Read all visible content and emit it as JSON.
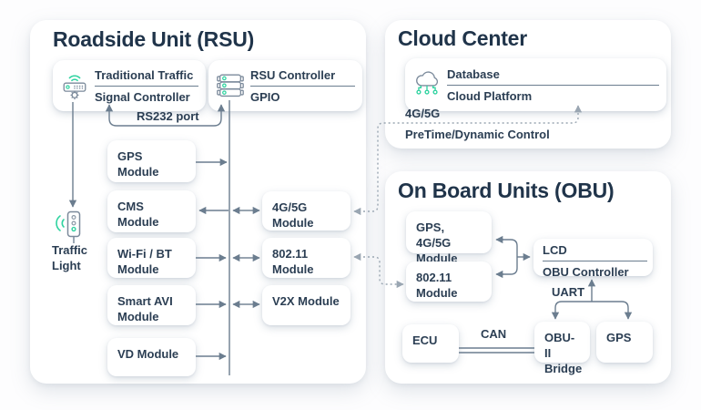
{
  "colors": {
    "navy_text": "#20344a",
    "box_text": "#2b3e53",
    "line": "#6b7d8f",
    "dotted_line": "#9aa6b2",
    "accent_green": "#2fd3a0",
    "card_bg": "#ffffff",
    "page_bg": "#fdfdfe"
  },
  "rsu": {
    "title": "Roadside Unit (RSU)",
    "signal_box": {
      "line1": "Traditional Traffic",
      "line2": "Signal Controller"
    },
    "controller_box": {
      "line1": "RSU Controller",
      "line2": "GPIO"
    },
    "rs232_label": "RS232 port",
    "traffic_light_label": "Traffic\nLight",
    "modules_left": [
      {
        "label": "GPS Module"
      },
      {
        "label": "CMS Module"
      },
      {
        "label": "Wi-Fi / BT\nModule"
      },
      {
        "label": "Smart AVI\nModule"
      },
      {
        "label": "VD Module"
      }
    ],
    "modules_right": [
      {
        "label": "4G/5G\nModule"
      },
      {
        "label": "802.11\nModule"
      },
      {
        "label": "V2X Module"
      }
    ]
  },
  "cloud": {
    "title": "Cloud Center",
    "platform_box": {
      "line1": "Database",
      "line2": "Cloud Platform"
    },
    "link_label_network": "4G/5G",
    "link_label_control": "PreTime/Dynamic Control"
  },
  "obu": {
    "title": "On Board Units (OBU)",
    "gps_module": "GPS, 4G/5G\nModule",
    "wifi_module": "802.11\nModule",
    "controller_box": {
      "line1": "LCD",
      "line2": "OBU Controller"
    },
    "ecu_box": "ECU",
    "bridge_box": "OBU-II\nBridge",
    "gps_box": "GPS",
    "uart_label": "UART",
    "can_label": "CAN"
  },
  "icons": {
    "signal_controller": "wifi-controller-gear-icon",
    "rsu_controller": "server-stack-icon",
    "cloud_platform": "cloud-network-icon",
    "traffic_light": "traffic-light-icon"
  }
}
